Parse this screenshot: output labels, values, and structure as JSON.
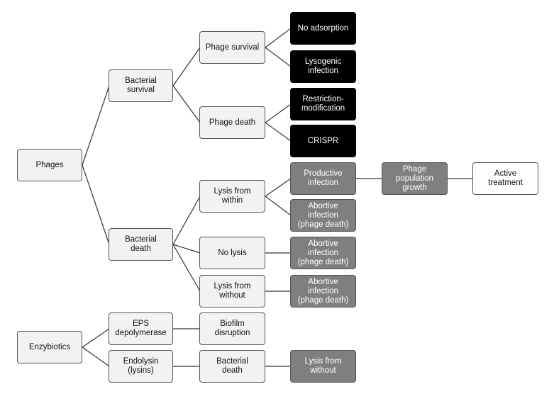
{
  "colors": {
    "light": "#f2f2f2",
    "white": "#ffffff",
    "black": "#000000",
    "grey": "#7f7f7f",
    "line": "#333333"
  },
  "nodes": {
    "phages": "Phages",
    "enzybiotics": "Enzybiotics",
    "bacterial_survival": "Bacterial\nsurvival",
    "bacterial_death": "Bacterial\ndeath",
    "eps_depolymerase": "EPS\ndepolymerase",
    "endolysin": "Endolysin\n(lysins)",
    "phage_survival": "Phage survival",
    "phage_death": "Phage death",
    "lysis_within": "Lysis from\nwithin",
    "no_lysis": "No lysis",
    "lysis_without": "Lysis from\nwithout",
    "biofilm_disruption": "Biofilm\ndisruption",
    "bacterial_death_2": "Bacterial\ndeath",
    "no_adsorption": "No adsorption",
    "lysogenic_infection": "Lysogenic\ninfection",
    "restriction_modification": "Restriction-\nmodification",
    "crispr": "CRISPR",
    "productive_infection": "Productive\ninfection",
    "abortive_1": "Abortive\ninfection\n(phage death)",
    "abortive_2": "Abortive\ninfection\n(phage death)",
    "abortive_3": "Abortive\ninfection\n(phage death)",
    "lysis_without_2": "Lysis from\nwithout",
    "phage_population_growth": "Phage\npopulation\ngrowth",
    "active_treatment": "Active\ntreatment"
  }
}
